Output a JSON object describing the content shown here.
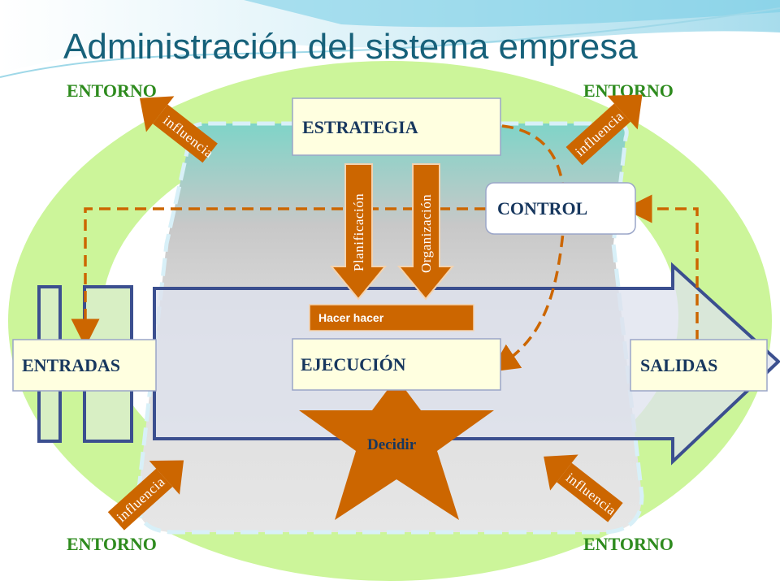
{
  "title": "Administración del sistema empresa",
  "environment": {
    "top_left": "ENTORNO",
    "top_right": "ENTORNO",
    "bottom_left": "ENTORNO",
    "bottom_right": "ENTORNO"
  },
  "influence_arrows": {
    "top_left": "influencia",
    "top_right": "influencia",
    "bottom_left": "influencia",
    "bottom_right": "influencia"
  },
  "boxes": {
    "strategy": "ESTRATEGIA",
    "control": "CONTROL",
    "execution": "EJECUCIÓN",
    "inputs": "ENTRADAS",
    "outputs": "SALIDAS"
  },
  "down_arrows": {
    "planning": "Planificación",
    "organization": "Organización"
  },
  "bar_label": "Hacer hacer",
  "star_label": "Decidir",
  "colors": {
    "title": "#17617a",
    "environment_text": "#2e8b1e",
    "green_ring": "#ccf59a",
    "orange": "#cc6600",
    "box_fill": "#ffffe0",
    "flow_border": "#3b4f8f",
    "dashed": "#cc6600"
  }
}
